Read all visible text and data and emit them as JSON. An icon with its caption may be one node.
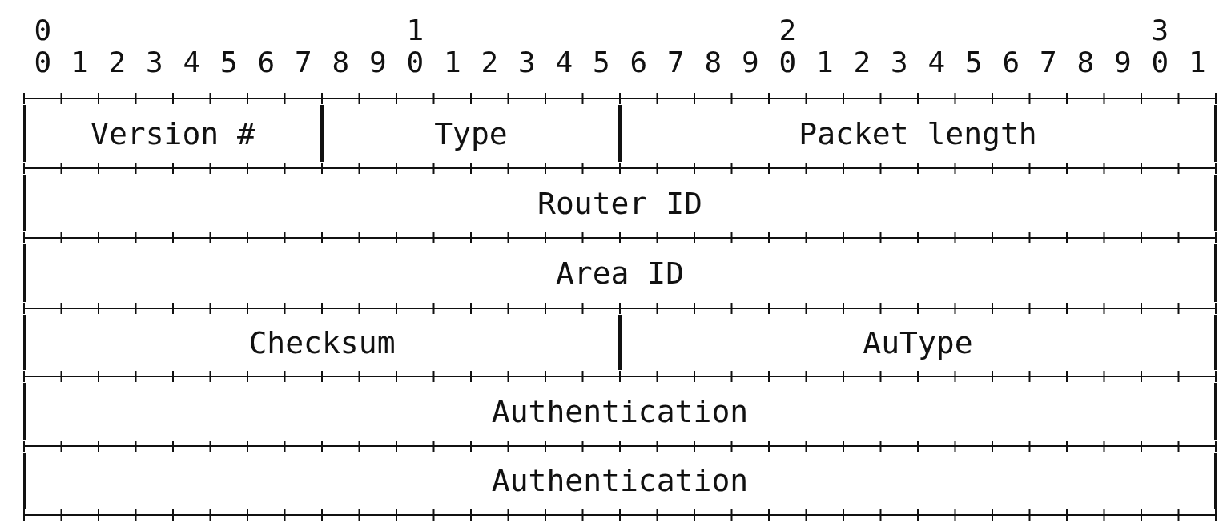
{
  "diagram": {
    "nodes": [
      {
        "text": [
          "Version #"
        ]
      },
      {
        "text": [
          "Type"
        ]
      },
      {
        "text": [
          "Packet length"
        ]
      },
      {
        "text": [
          "Router ID"
        ]
      },
      {
        "text": [
          "Area ID"
        ]
      },
      {
        "text": [
          "Checksum"
        ]
      },
      {
        "text": [
          "AuType"
        ]
      },
      {
        "text": [
          "Authentication"
        ]
      },
      {
        "text": [
          "Authentication"
        ]
      }
    ],
    "edges": [],
    "labels": [
      "0",
      "1",
      "2",
      "3",
      "0",
      "1",
      "2",
      "3",
      "4",
      "5",
      "6",
      "7",
      "8",
      "9",
      "0",
      "1",
      "2",
      "3",
      "4",
      "5",
      "6",
      "7",
      "8",
      "9",
      "0",
      "1",
      "2",
      "3",
      "4",
      "5",
      "6",
      "7",
      "8",
      "9",
      "0",
      "1"
    ]
  }
}
